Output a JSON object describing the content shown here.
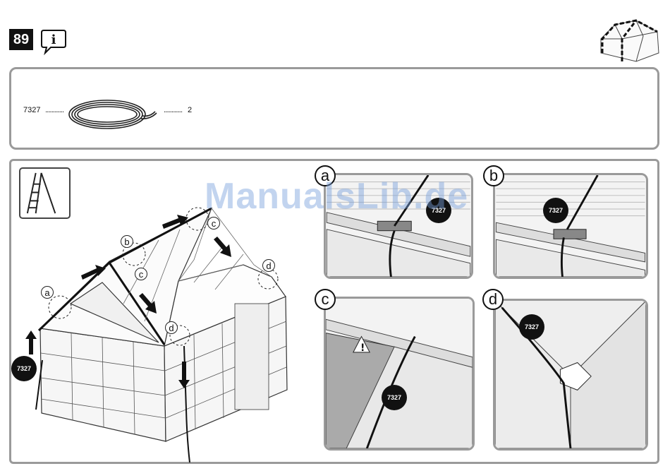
{
  "header": {
    "step_number": "89",
    "info_icon": "info-speech-bubble-icon"
  },
  "parts": {
    "part_number": "7327",
    "dots_left": "............",
    "dots_right": "............",
    "quantity": "2",
    "part_icon": "rope-coil-icon"
  },
  "main": {
    "tool_icon": "ladder-icon",
    "callouts": [
      "a",
      "b",
      "c",
      "c",
      "d"
    ],
    "badge_label": "7327"
  },
  "details": [
    {
      "letter": "a",
      "badge": "7327"
    },
    {
      "letter": "b",
      "badge": "7327"
    },
    {
      "letter": "c",
      "badge": "7327",
      "warning": "!"
    },
    {
      "letter": "d",
      "badge": "7327"
    }
  ],
  "watermark": "ManualsLib.de"
}
